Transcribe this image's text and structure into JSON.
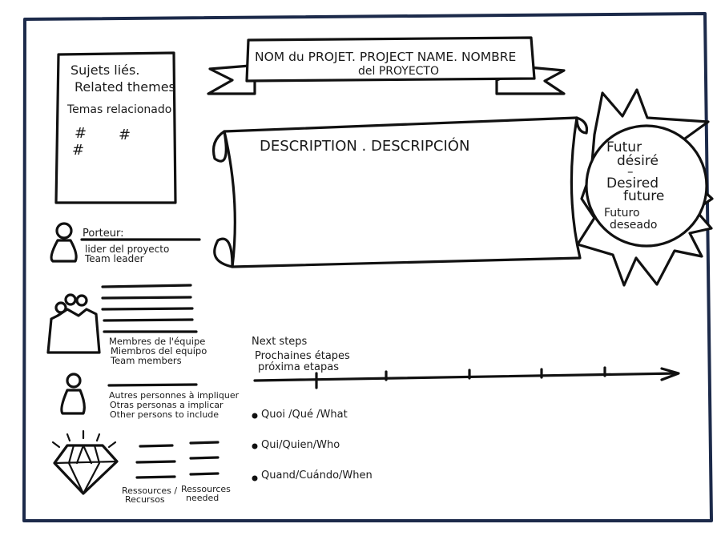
{
  "frame_color": "#1c2a4a",
  "topics": {
    "lines": [
      "Sujets liés.",
      "Related themes",
      "Temas relacionado"
    ],
    "tags": [
      "#",
      "#",
      "#"
    ]
  },
  "banner": {
    "line1": "NOM du PROJET. PROJECT NAME. NOMBRE",
    "line2": "del PROYECTO"
  },
  "description": {
    "title": "DESCRIPTION . DESCRIPCIÓN"
  },
  "sun": {
    "l1": "Futur",
    "l2": "désiré",
    "l3": "–",
    "l4": "Desired",
    "l5": "future",
    "l6": "Futuro",
    "l7": "deseado"
  },
  "leader": {
    "label": "Porteur:",
    "sub1": "lider del proyecto",
    "sub2": "Team leader"
  },
  "team": {
    "l1": "Membres de l'équipe",
    "l2": "Miembros del equipo",
    "l3": "Team members"
  },
  "others": {
    "l1": "Autres personnes à impliquer",
    "l2": "Otras personas a implicar",
    "l3": "Other persons to include"
  },
  "resources": {
    "l1": "Ressources /",
    "l2": "Recursos",
    "r1": "Ressources",
    "r2": "needed"
  },
  "steps": {
    "l1": "Next steps",
    "l2": "Prochaines étapes",
    "l3": "próxima etapas",
    "what": "Quoi /Qué /What",
    "who": "Qui/Quien/Who",
    "when": "Quand/Cuándo/When"
  }
}
